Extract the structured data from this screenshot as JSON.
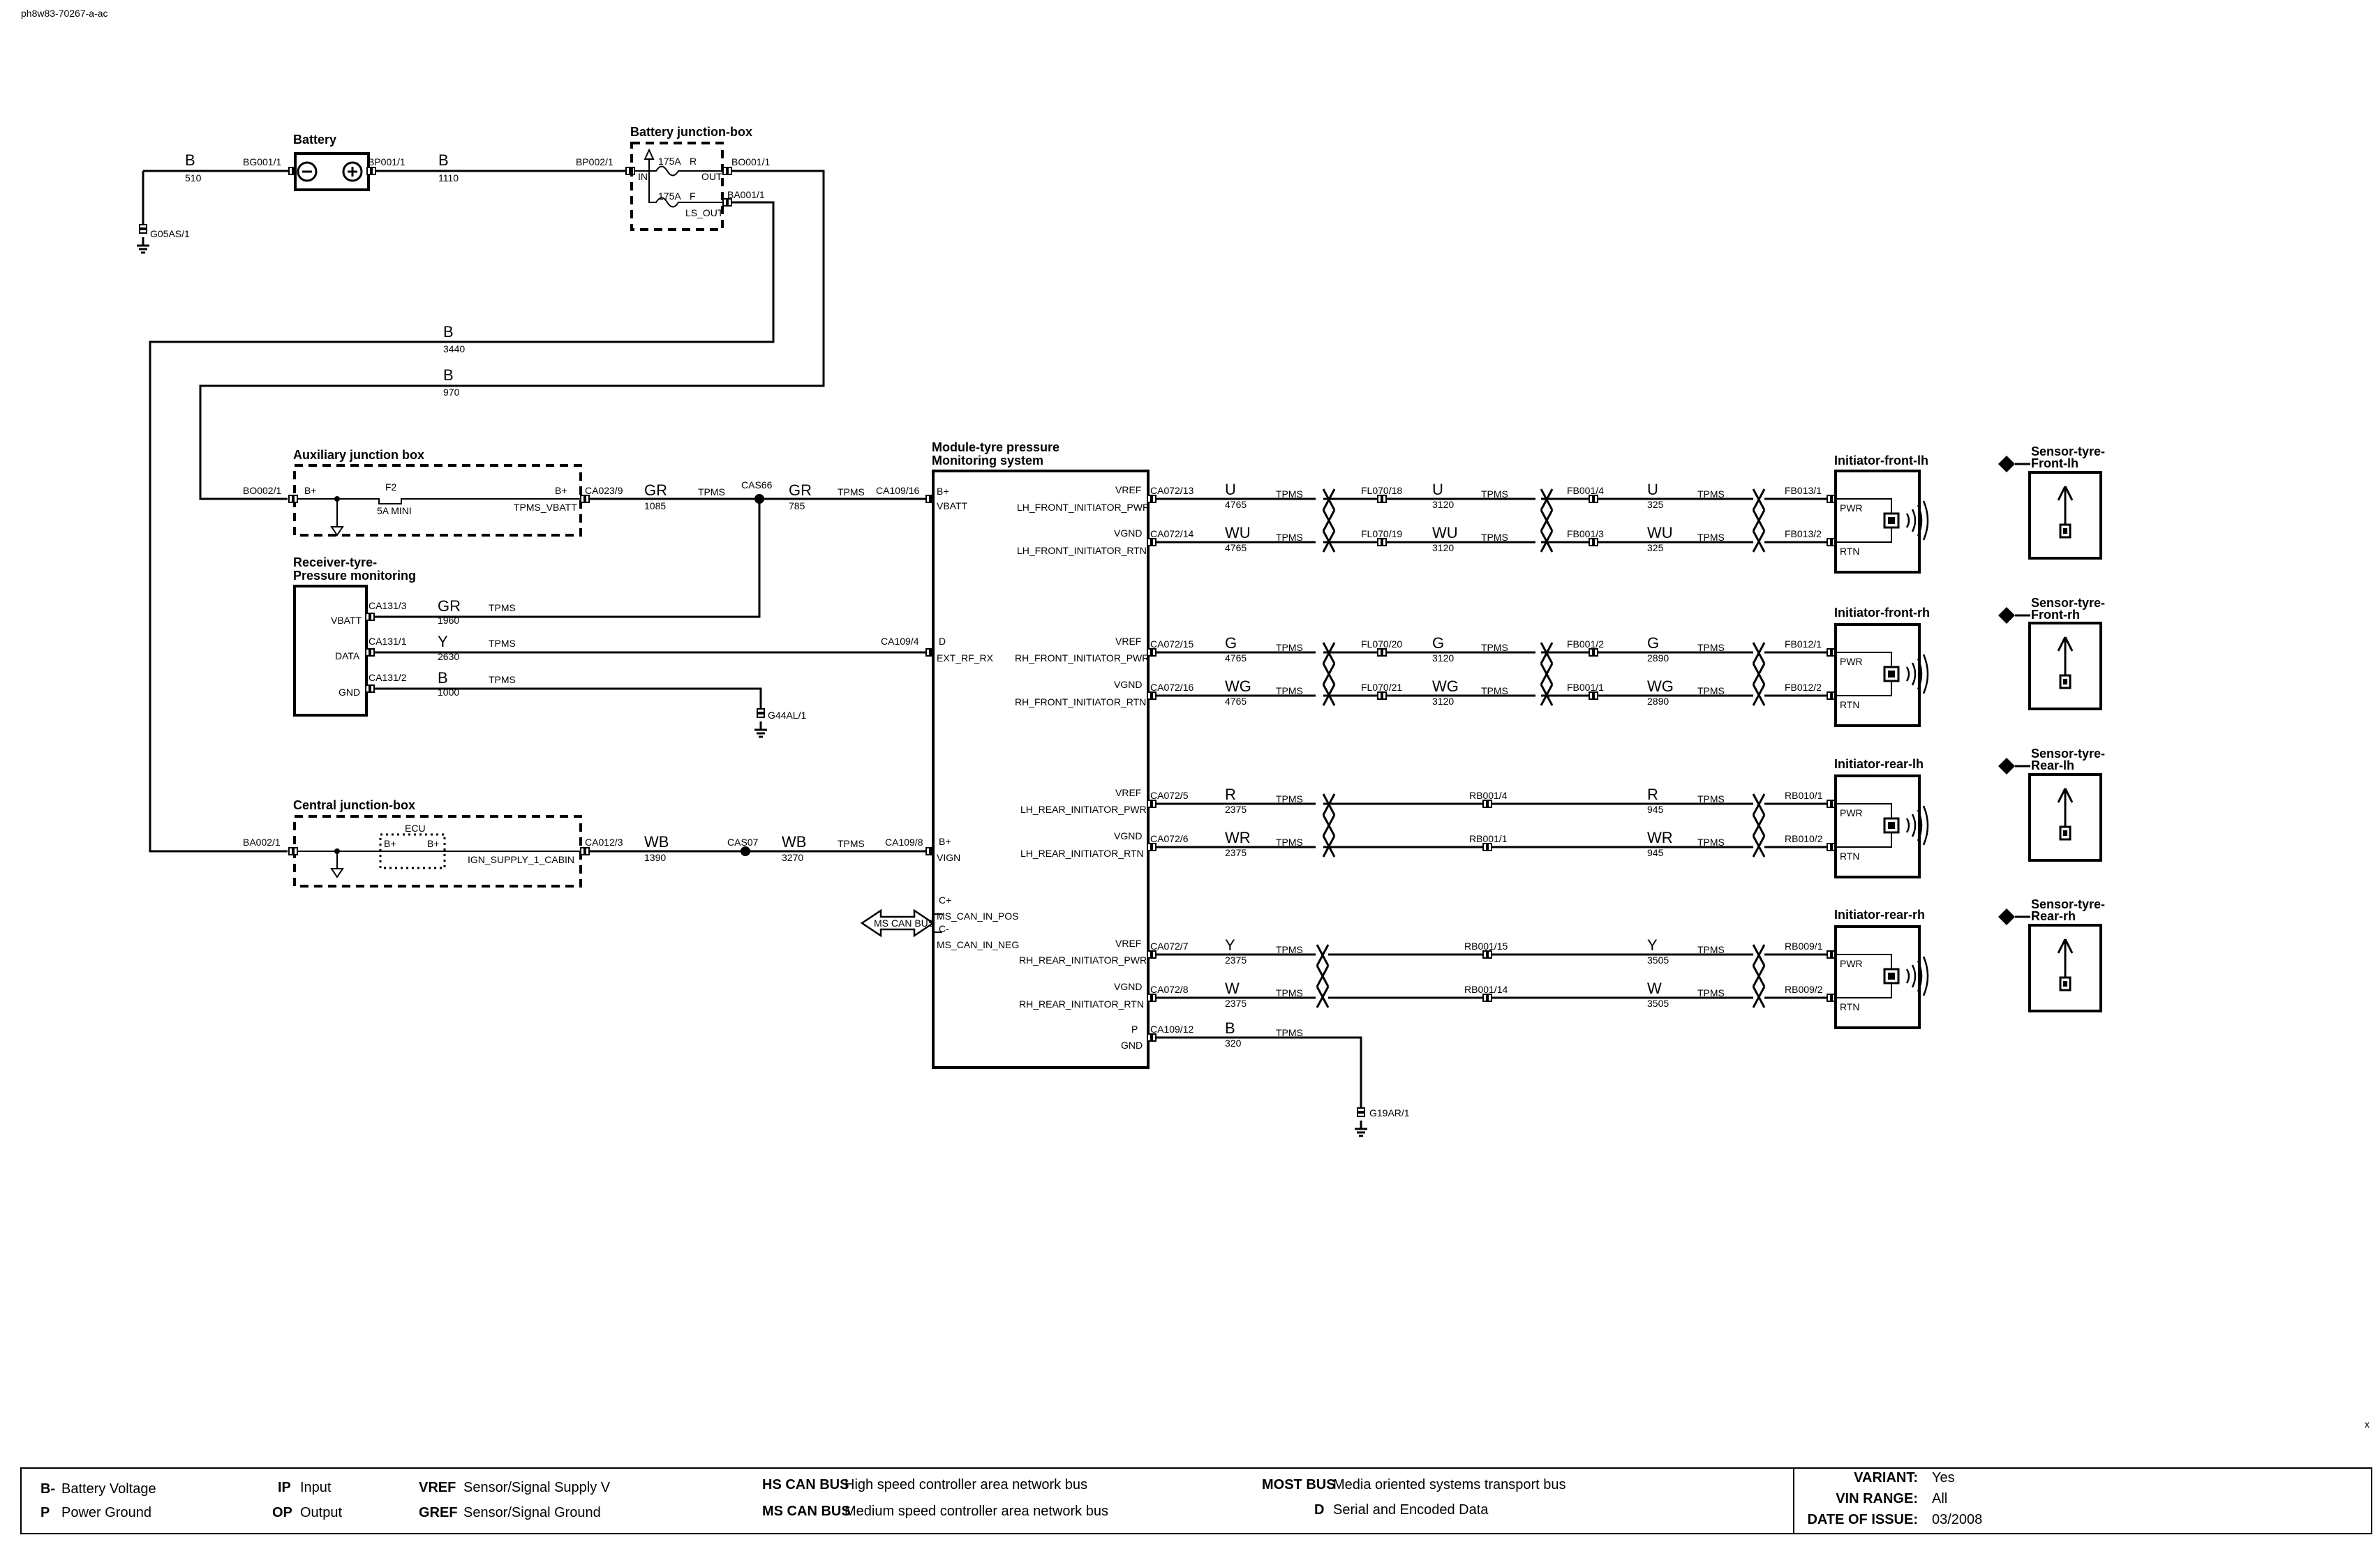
{
  "doc_id": "ph8w83-70267-a-ac",
  "components": {
    "battery": "Battery",
    "bjb": "Battery junction-box",
    "ajb": "Auxiliary junction box",
    "receiver": [
      "Receiver-tyre-",
      "Pressure monitoring"
    ],
    "cjb": "Central junction-box",
    "module": [
      "Module-tyre pressure",
      "Monitoring system"
    ],
    "init_flh": "Initiator-front-lh",
    "init_frh": "Initiator-front-rh",
    "init_rlh": "Initiator-rear-lh",
    "init_rrh": "Initiator-rear-rh",
    "sens_flh": [
      "Sensor-tyre-",
      "Front-lh"
    ],
    "sens_frh": [
      "Sensor-tyre-",
      "Front-rh"
    ],
    "sens_rlh": [
      "Sensor-tyre-",
      "Rear-lh"
    ],
    "sens_rrh": [
      "Sensor-tyre-",
      "Rear-rh"
    ]
  },
  "connectors": {
    "bg001": "BG001/1",
    "bp001": "BP001/1",
    "bp002": "BP002/1",
    "bo001": "BO001/1",
    "ba001": "BA001/1",
    "g05as": "G05AS/1",
    "bo002": "BO002/1",
    "ca023": "CA023/9",
    "cas66": "CAS66",
    "ca109_16": "CA109/16",
    "ca131_3": "CA131/3",
    "ca131_1": "CA131/1",
    "ca131_2": "CA131/2",
    "ca109_4": "CA109/4",
    "g44al": "G44AL/1",
    "ba002": "BA002/1",
    "ca012": "CA012/3",
    "cas07": "CAS07",
    "ca109_8": "CA109/8",
    "ca072_13": "CA072/13",
    "ca072_14": "CA072/14",
    "ca072_15": "CA072/15",
    "ca072_16": "CA072/16",
    "ca072_5": "CA072/5",
    "ca072_6": "CA072/6",
    "ca072_7": "CA072/7",
    "ca072_8": "CA072/8",
    "ca109_12": "CA109/12",
    "fl070_18": "FL070/18",
    "fl070_19": "FL070/19",
    "fl070_20": "FL070/20",
    "fl070_21": "FL070/21",
    "fb001_4": "FB001/4",
    "fb001_3": "FB001/3",
    "fb001_2": "FB001/2",
    "fb001_1": "FB001/1",
    "fb013_1": "FB013/1",
    "fb013_2": "FB013/2",
    "fb012_1": "FB012/1",
    "fb012_2": "FB012/2",
    "rb001_4": "RB001/4",
    "rb001_1": "RB001/1",
    "rb001_15": "RB001/15",
    "rb001_14": "RB001/14",
    "rb010_1": "RB010/1",
    "rb010_2": "RB010/2",
    "rb009_1": "RB009/1",
    "rb009_2": "RB009/2",
    "g19ar": "G19AR/1"
  },
  "wires": {
    "b_510": [
      "B",
      "510"
    ],
    "b_1110": [
      "B",
      "1110"
    ],
    "b_3440": [
      "B",
      "3440"
    ],
    "b_970": [
      "B",
      "970"
    ],
    "gr_1085": [
      "GR",
      "1085"
    ],
    "gr_785": [
      "GR",
      "785"
    ],
    "gr_1960": [
      "GR",
      "1960"
    ],
    "y_2630": [
      "Y",
      "2630"
    ],
    "b_1000": [
      "B",
      "1000"
    ],
    "wb_1390": [
      "WB",
      "1390"
    ],
    "wb_3270": [
      "WB",
      "3270"
    ],
    "u_4765": [
      "U",
      "4765"
    ],
    "u_3120": [
      "U",
      "3120"
    ],
    "u_325": [
      "U",
      "325"
    ],
    "wu_4765": [
      "WU",
      "4765"
    ],
    "wu_3120": [
      "WU",
      "3120"
    ],
    "wu_325": [
      "WU",
      "325"
    ],
    "g_4765": [
      "G",
      "4765"
    ],
    "g_3120": [
      "G",
      "3120"
    ],
    "g_2890": [
      "G",
      "2890"
    ],
    "wg_4765": [
      "WG",
      "4765"
    ],
    "wg_3120": [
      "WG",
      "3120"
    ],
    "wg_2890": [
      "WG",
      "2890"
    ],
    "r_2375": [
      "R",
      "2375"
    ],
    "r_945": [
      "R",
      "945"
    ],
    "wr_2375": [
      "WR",
      "2375"
    ],
    "wr_945": [
      "WR",
      "945"
    ],
    "y_2375": [
      "Y",
      "2375"
    ],
    "y_3505": [
      "Y",
      "3505"
    ],
    "w_2375": [
      "W",
      "2375"
    ],
    "w_3505": [
      "W",
      "3505"
    ],
    "b_320": [
      "B",
      "320"
    ]
  },
  "tags": {
    "tpms": "TPMS"
  },
  "pins": {
    "bjb_in": "IN",
    "bjb_out": "OUT",
    "bjb_ls_out": "LS_OUT",
    "fuse_175a": "175A",
    "fuse_r": "R",
    "fuse_f": "F",
    "ajb_bplus_l": "B+",
    "ajb_bplus_r": "B+",
    "f2": "F2",
    "f2_rating": "5A MINI",
    "tpms_vbatt": "TPMS_VBATT",
    "rcv_vbatt": "VBATT",
    "rcv_data": "DATA",
    "rcv_gnd": "GND",
    "ecu": "ECU",
    "ecu_b1": "B+",
    "ecu_b2": "B+",
    "ign_supply": "IGN_SUPPLY_1_CABIN",
    "m_bplus": "B+",
    "m_vbatt": "VBATT",
    "m_d": "D",
    "m_ext_rf": "EXT_RF_RX",
    "m_bplus2": "B+",
    "m_vign": "VIGN",
    "m_cplus": "C+",
    "m_ms_pos": "MS_CAN_IN_POS",
    "m_cminus": "C-",
    "m_ms_neg": "MS_CAN_IN_NEG",
    "ms_can_bus": "MS CAN BUS",
    "vref": "VREF",
    "vgnd": "VGND",
    "p": "P",
    "gnd": "GND",
    "lh_f_pwr": "LH_FRONT_INITIATOR_PWR",
    "lh_f_rtn": "LH_FRONT_INITIATOR_RTN",
    "rh_f_pwr": "RH_FRONT_INITIATOR_PWR",
    "rh_f_rtn": "RH_FRONT_INITIATOR_RTN",
    "lh_r_pwr": "LH_REAR_INITIATOR_PWR",
    "lh_r_rtn": "LH_REAR_INITIATOR_RTN",
    "rh_r_pwr": "RH_REAR_INITIATOR_PWR",
    "rh_r_rtn": "RH_REAR_INITIATOR_RTN",
    "pwr": "PWR",
    "rtn": "RTN"
  },
  "legend": {
    "items": [
      {
        "key": "B-",
        "desc": "Battery Voltage"
      },
      {
        "key": "P",
        "desc": "Power Ground"
      },
      {
        "key": "IP",
        "desc": "Input"
      },
      {
        "key": "OP",
        "desc": "Output"
      },
      {
        "key": "VREF",
        "desc": "Sensor/Signal Supply V"
      },
      {
        "key": "GREF",
        "desc": "Sensor/Signal Ground"
      },
      {
        "key": "HS CAN BUS",
        "desc": "High speed controller area network bus"
      },
      {
        "key": "MS CAN BUS",
        "desc": "Medium speed controller area network bus"
      },
      {
        "key": "MOST BUS",
        "desc": "Media oriented systems transport bus"
      },
      {
        "key": "D",
        "desc": "Serial and Encoded Data"
      }
    ],
    "variant_label": "VARIANT:",
    "variant_value": "Yes",
    "vin_label": "VIN RANGE:",
    "vin_value": "All",
    "date_label": "DATE OF ISSUE:",
    "date_value": "03/2008",
    "corner_mark": "x"
  }
}
